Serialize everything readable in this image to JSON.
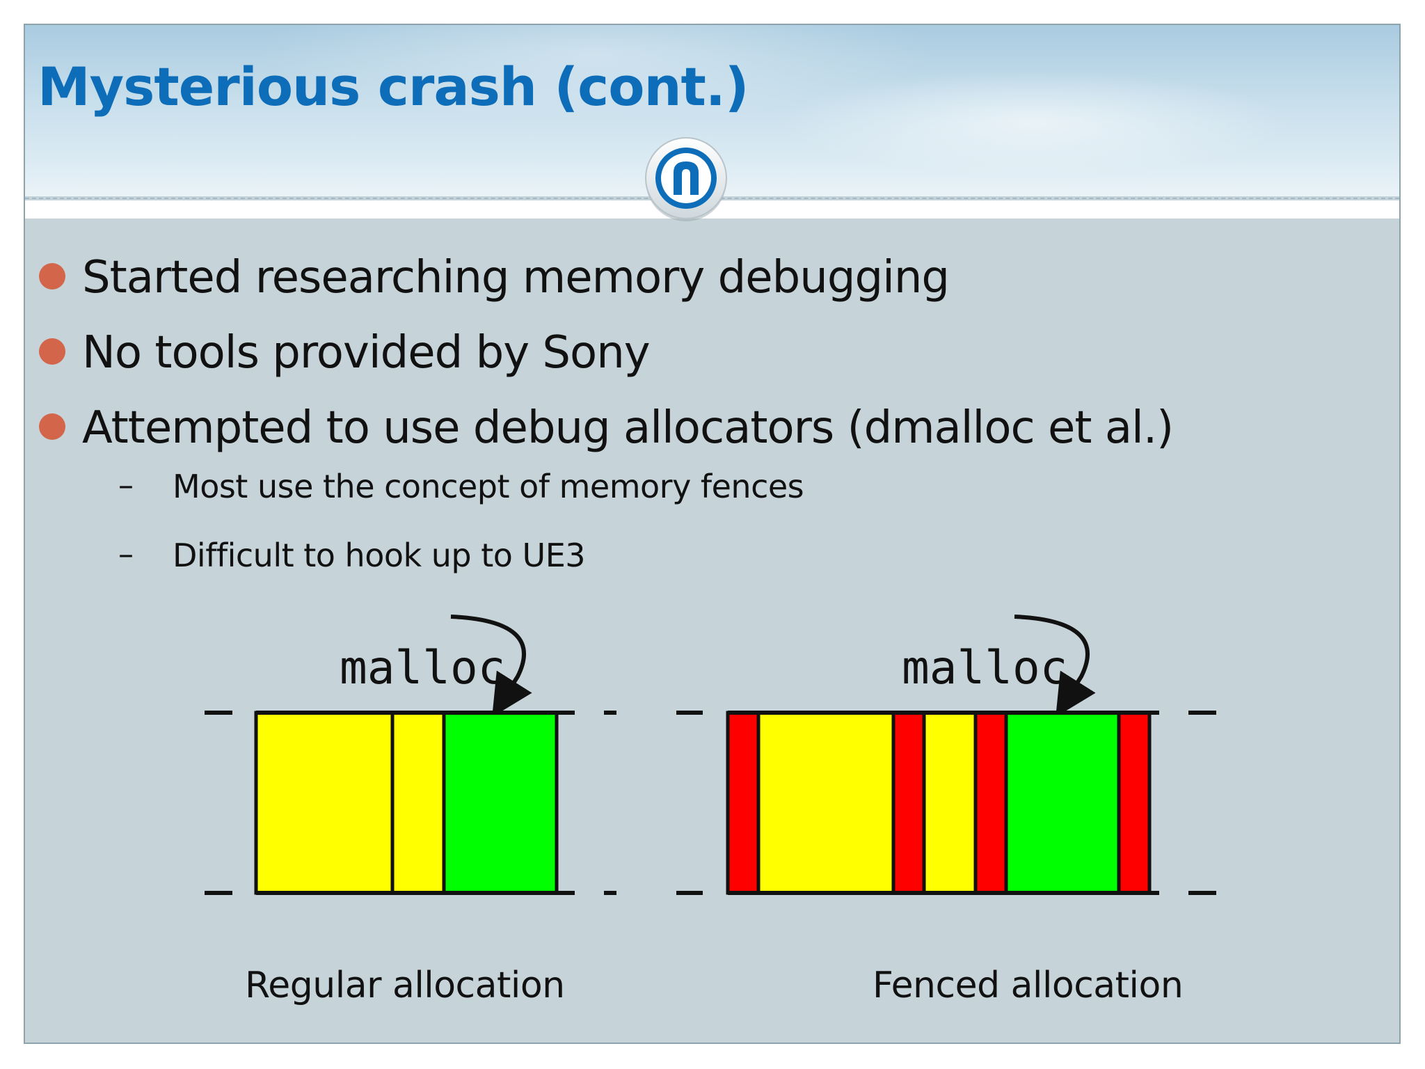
{
  "slide": {
    "title": "Mysterious crash (cont.)",
    "bullets": [
      "Started researching memory debugging",
      "No tools provided by Sony",
      "Attempted to use debug allocators (dmalloc et al.)"
    ],
    "sub_bullets": [
      "Most use the concept of memory fences",
      "Difficult to hook up to UE3"
    ],
    "sub_bullet_marker": "–",
    "logo_icon": "n-logo-icon",
    "colors": {
      "title": "#0d6db8",
      "bullet": "#d3654a",
      "used_block": "#ffff00",
      "new_block": "#00ff00",
      "fence": "#ff0000"
    }
  },
  "diagrams": {
    "regular": {
      "pointer_label": "malloc",
      "caption": "Regular allocation"
    },
    "fenced": {
      "pointer_label": "malloc",
      "caption": "Fenced allocation"
    }
  }
}
